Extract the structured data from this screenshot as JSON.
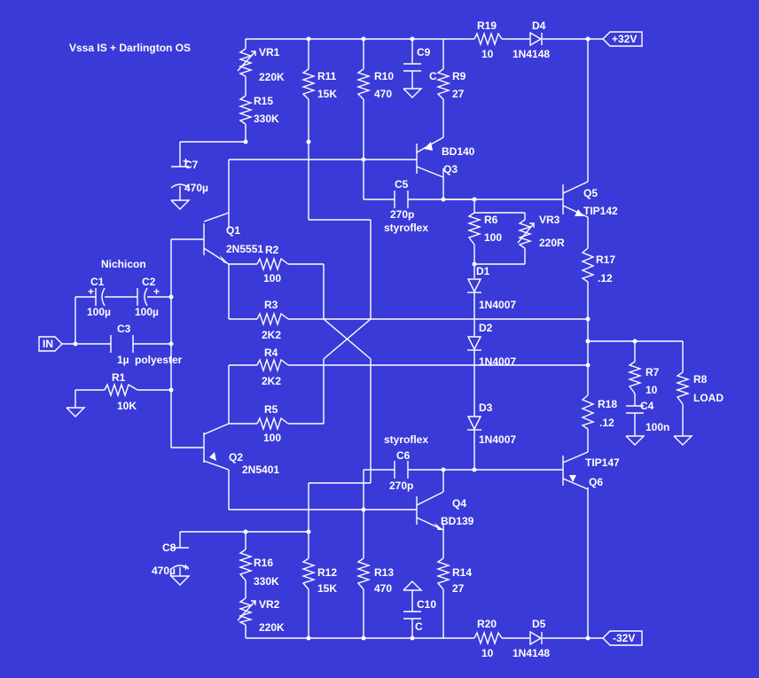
{
  "title": "Vssa IS + Darlington OS",
  "colors": {
    "background": "#3a3ad8",
    "line": "#ffffff"
  },
  "rails": {
    "pos": "+32V",
    "neg": "-32V",
    "input": "IN"
  },
  "components": {
    "vr1": [
      "VR1",
      "220K"
    ],
    "r15": [
      "R15",
      "330K"
    ],
    "r11": [
      "R11",
      "15K"
    ],
    "r10": [
      "R10",
      "470"
    ],
    "c9": [
      "C9",
      "C"
    ],
    "r9": [
      "R9",
      "27"
    ],
    "r19": [
      "R19",
      "10"
    ],
    "d4": [
      "D4",
      "1N4148"
    ],
    "c7": [
      "C7",
      "470µ"
    ],
    "q3": [
      "BD140",
      "Q3"
    ],
    "c5": [
      "C5",
      "270p",
      "styroflex"
    ],
    "q5": [
      "Q5",
      "TIP142"
    ],
    "r6": [
      "R6",
      "100"
    ],
    "vr3": [
      "VR3",
      "220R"
    ],
    "q1": [
      "Q1",
      "2N5551"
    ],
    "r2": [
      "R2",
      "100"
    ],
    "r17": [
      "R17",
      ".12"
    ],
    "nichicon": "Nichicon",
    "c1": [
      "C1",
      "100µ"
    ],
    "c2": [
      "C2",
      "100µ"
    ],
    "d1": [
      "D1",
      "1N4007"
    ],
    "r3": [
      "R3",
      "2K2"
    ],
    "c3": [
      "C3",
      "1µ",
      "polyester"
    ],
    "d2": [
      "D2",
      "1N4007"
    ],
    "r4": [
      "R4",
      "2K2"
    ],
    "r7": [
      "R7",
      "10"
    ],
    "r8": [
      "R8",
      "LOAD"
    ],
    "r1": [
      "R1",
      "10K"
    ],
    "r18": [
      "R18",
      ".12"
    ],
    "c4": [
      "C4",
      "100n"
    ],
    "d3": [
      "D3",
      "1N4007"
    ],
    "r5": [
      "R5",
      "100"
    ],
    "q2": [
      "Q2",
      "2N5401"
    ],
    "c6": [
      "styroflex",
      "C6",
      "270p"
    ],
    "q6": [
      "TIP147",
      "Q6"
    ],
    "q4": [
      "Q4",
      "BD139"
    ],
    "c8": [
      "C8",
      "470µ"
    ],
    "r16": [
      "R16",
      "330K"
    ],
    "r12": [
      "R12",
      "15K"
    ],
    "r13": [
      "R13",
      "470"
    ],
    "c10": [
      "C10",
      "C"
    ],
    "r14": [
      "R14",
      "27"
    ],
    "vr2": [
      "VR2",
      "220K"
    ],
    "r20": [
      "R20",
      "10"
    ],
    "d5": [
      "D5",
      "1N4148"
    ]
  }
}
